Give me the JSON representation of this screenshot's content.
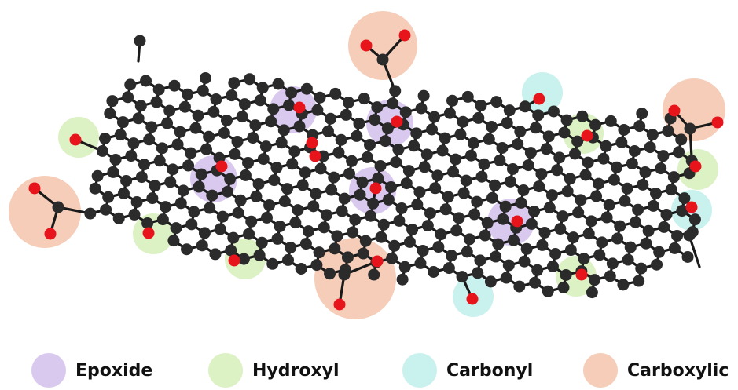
{
  "legend": {
    "items": [
      {
        "key": "epoxide",
        "label": "Epoxide",
        "color": "#d9c9ef"
      },
      {
        "key": "hydroxyl",
        "label": "Hydroxyl",
        "color": "#dcf1c4"
      },
      {
        "key": "carbonyl",
        "label": "Carbonyl",
        "color": "#c9f1ee"
      },
      {
        "key": "carboxylic",
        "label": "Carboxylic",
        "color": "#f5cdb8"
      }
    ]
  },
  "colors": {
    "carbon_atom": "#2b2b2b",
    "oxygen_atom": "#e8141c",
    "bond": "#1a1a1a"
  }
}
